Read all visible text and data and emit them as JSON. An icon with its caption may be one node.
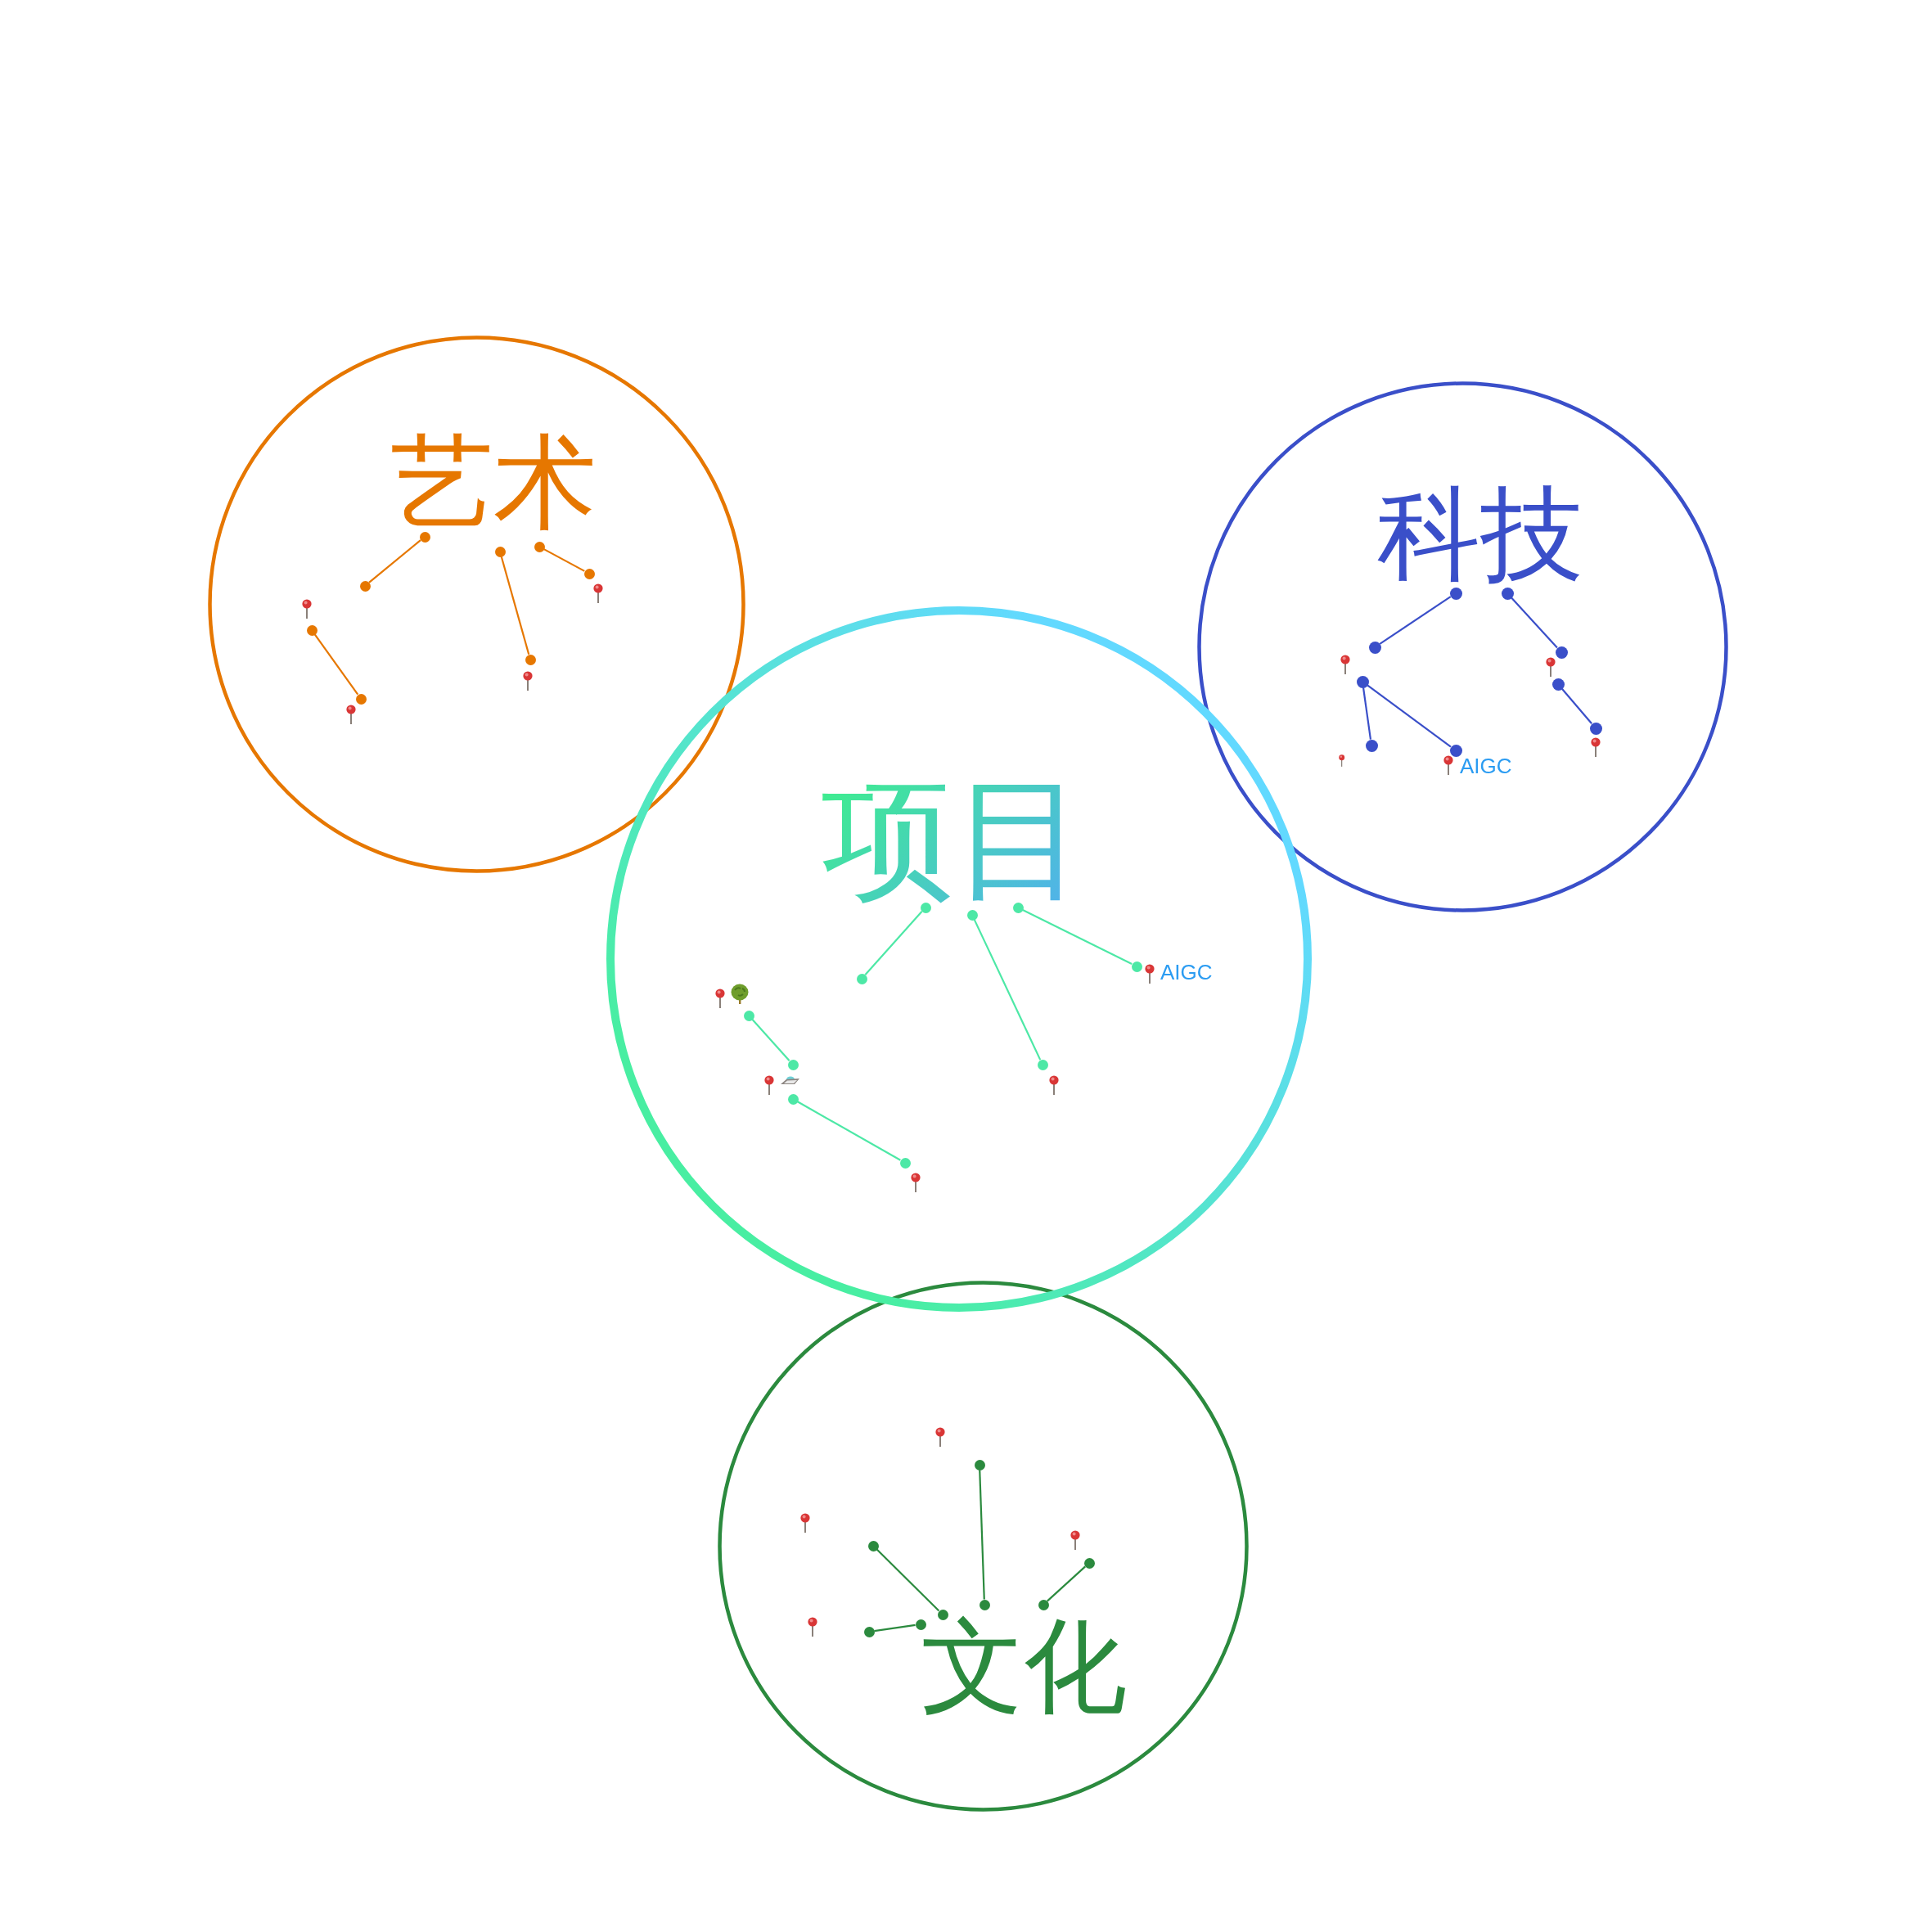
{
  "diagram": {
    "nodes": [
      {
        "text": [
          "艺术"
        ]
      },
      {
        "text": [
          "科技"
        ]
      },
      {
        "text": [
          "项目"
        ]
      },
      {
        "text": [
          "文化"
        ]
      },
      {
        "text": [],
        "shape": "circle",
        "in": 0
      },
      {
        "text": [],
        "shape": "circle",
        "in": 0
      },
      {
        "text": [],
        "shape": "circle",
        "in": 0
      },
      {
        "text": [],
        "shape": "circle",
        "in": 0
      },
      {
        "text": [],
        "shape": "circle",
        "in": 0
      },
      {
        "text": [],
        "shape": "circle",
        "in": 0
      },
      {
        "text": [],
        "shape": "circle",
        "in": 0
      },
      {
        "text": [],
        "shape": "circle",
        "in": 0
      },
      {
        "text": [],
        "shape": "circle",
        "in": 1
      },
      {
        "text": [],
        "shape": "circle",
        "in": 1
      },
      {
        "text": [],
        "shape": "circle",
        "in": 1
      },
      {
        "text": [],
        "shape": "circle",
        "in": 1
      },
      {
        "text": [],
        "shape": "circle",
        "in": 1
      },
      {
        "text": [],
        "shape": "circle",
        "in": 1
      },
      {
        "text": [],
        "shape": "circle",
        "in": 1
      },
      {
        "text": [],
        "shape": "circle",
        "in": 1
      },
      {
        "text": [],
        "shape": "circle",
        "in": 1
      },
      {
        "text": [],
        "shape": "circle",
        "in": 2
      },
      {
        "text": [],
        "shape": "circle",
        "in": 2
      },
      {
        "text": [],
        "shape": "circle",
        "in": 2
      },
      {
        "text": [],
        "shape": "circle",
        "in": 2
      },
      {
        "text": [],
        "shape": "circle",
        "in": 2
      },
      {
        "text": [],
        "shape": "circle",
        "in": 2
      },
      {
        "text": [],
        "shape": "circle",
        "in": 2
      },
      {
        "text": [],
        "shape": "circle",
        "in": 2
      },
      {
        "text": [],
        "shape": "circle",
        "in": 2
      },
      {
        "text": [],
        "shape": "circle",
        "in": 2
      },
      {
        "text": [],
        "shape": "circle",
        "in": 3
      },
      {
        "text": [],
        "shape": "circle",
        "in": 3
      },
      {
        "text": [],
        "shape": "circle",
        "in": 3
      },
      {
        "text": [],
        "shape": "circle",
        "in": 3
      },
      {
        "text": [],
        "shape": "circle",
        "in": 3
      },
      {
        "text": [],
        "shape": "circle",
        "in": 3
      },
      {
        "text": [],
        "shape": "circle",
        "in": 3
      },
      {
        "text": [],
        "shape": "circle",
        "in": 3
      }
    ],
    "edges": [
      {
        "from": 4,
        "to": 8,
        "arrow": "none",
        "color": "#e67700"
      },
      {
        "from": 5,
        "to": 7,
        "arrow": "none",
        "color": "#e67700"
      },
      {
        "from": 6,
        "to": 10,
        "arrow": "none",
        "color": "#e67700"
      },
      {
        "from": 9,
        "to": 11,
        "arrow": "none",
        "color": "#e67700"
      },
      {
        "from": 12,
        "to": 14,
        "arrow": "none",
        "color": "#3a4fc9"
      },
      {
        "from": 13,
        "to": 15,
        "arrow": "none",
        "color": "#3a4fc9"
      },
      {
        "from": 16,
        "to": 19,
        "arrow": "none",
        "color": "#3a4fc9"
      },
      {
        "from": 16,
        "to": 20,
        "arrow": "none",
        "color": "#3a4fc9"
      },
      {
        "from": 17,
        "to": 18,
        "arrow": "none",
        "color": "#3a4fc9"
      },
      {
        "from": 21,
        "to": 25,
        "arrow": "none",
        "color": "#4de8a6"
      },
      {
        "from": 22,
        "to": 24,
        "arrow": "none",
        "color": "#4de8a6"
      },
      {
        "from": 23,
        "to": 28,
        "arrow": "none",
        "color": "#4de8a6"
      },
      {
        "from": 26,
        "to": 27,
        "arrow": "none",
        "color": "#4de8a6"
      },
      {
        "from": 29,
        "to": 30,
        "arrow": "none",
        "color": "#4de8a6"
      },
      {
        "from": 31,
        "to": 34,
        "arrow": "none",
        "color": "#2b8a3e"
      },
      {
        "from": 32,
        "to": 36,
        "arrow": "none",
        "color": "#2b8a3e"
      },
      {
        "from": 33,
        "to": 35,
        "arrow": "none",
        "color": "#2b8a3e"
      },
      {
        "from": 37,
        "to": 38,
        "arrow": "none",
        "color": "#2b8a3e"
      }
    ],
    "labels": [
      "AIGC",
      "AIGC"
    ]
  }
}
